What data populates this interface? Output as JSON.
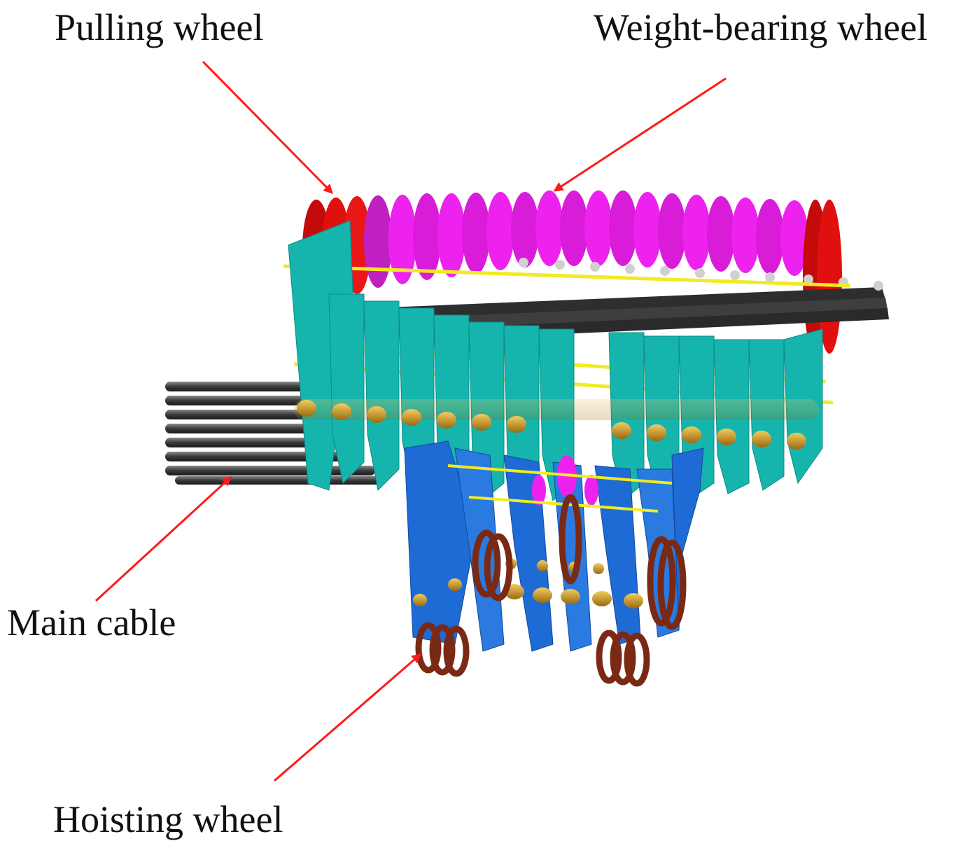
{
  "labels": {
    "pulling_wheel": "Pulling wheel",
    "weight_bearing_wheel": "Weight-bearing wheel",
    "main_cable": "Main cable",
    "hoisting_wheel": "Hoisting wheel"
  },
  "colors": {
    "arrow": "#ff1a1a",
    "pulling_wheel": "#e01010",
    "weight_bearing_wheel": "#ee22ee",
    "cable": "#3a3a3a",
    "side_plate": "#15b5ad",
    "hoist_plate": "#1e6bd6",
    "pin": "#d4a020",
    "rod": "#f2ea22",
    "hoisting_wheel": "#7a2a14"
  }
}
